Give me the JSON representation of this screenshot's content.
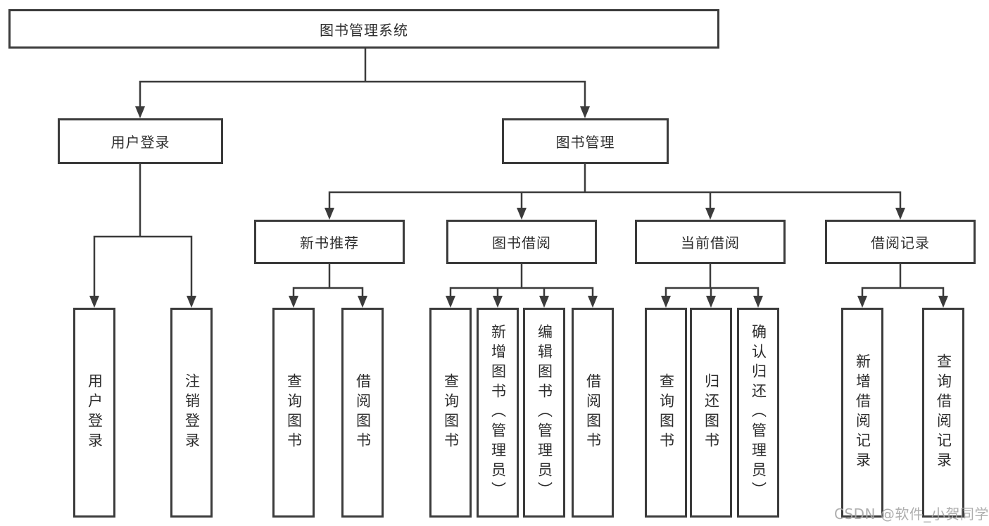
{
  "diagram": {
    "root": {
      "label": "图书管理系统"
    },
    "level2": [
      {
        "label": "用户登录"
      },
      {
        "label": "图书管理"
      }
    ],
    "level3": [
      {
        "label": "新书推荐"
      },
      {
        "label": "图书借阅"
      },
      {
        "label": "当前借阅"
      },
      {
        "label": "借阅记录"
      }
    ],
    "leaves": [
      {
        "label": "用户登录"
      },
      {
        "label": "注销登录"
      },
      {
        "label": "查询图书"
      },
      {
        "label": "借阅图书"
      },
      {
        "label": "查询图书"
      },
      {
        "label": "新增图书（管理员）"
      },
      {
        "label": "编辑图书（管理员）"
      },
      {
        "label": "借阅图书"
      },
      {
        "label": "查询图书"
      },
      {
        "label": "归还图书"
      },
      {
        "label": "确认归还（管理员）"
      },
      {
        "label": "新增借阅记录"
      },
      {
        "label": "查询借阅记录"
      }
    ]
  },
  "watermark": {
    "text": "CSDN @软件_小贺同学"
  },
  "colors": {
    "line": "#3b3b3b",
    "text": "#2d2d2d",
    "watermark": "#a6a6a6",
    "background": "#ffffff"
  }
}
